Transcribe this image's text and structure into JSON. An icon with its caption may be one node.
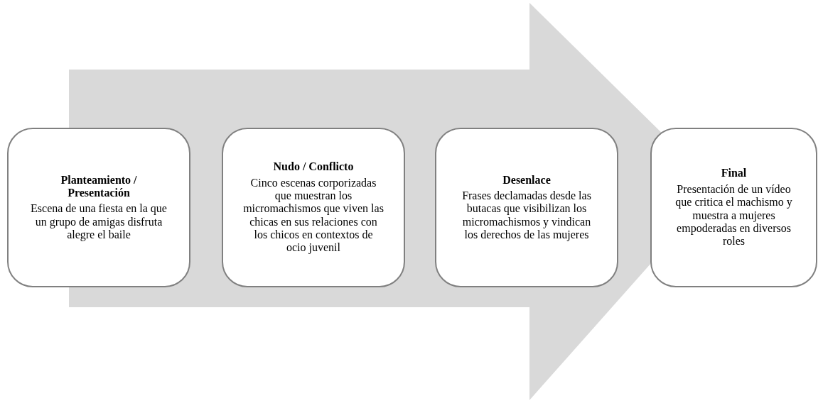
{
  "diagram": {
    "nodes": [
      {
        "text": [
          "Planteamiento / Presentación",
          "Escena de una fiesta en la que un grupo de amigas disfruta alegre el baile"
        ]
      },
      {
        "text": [
          "Nudo / Conflicto",
          "Cinco escenas corporizadas que muestran los micromachismos que viven las chicas en sus relaciones con los chicos en contextos de ocio juvenil"
        ]
      },
      {
        "text": [
          "Desenlace",
          "Frases declamadas desde las butacas que visibilizan los micromachismos y vindican los derechos de las mujeres"
        ]
      },
      {
        "text": [
          "Final",
          "Presentación de un vídeo que critica el machismo y muestra a mujeres empoderadas en diversos roles"
        ]
      }
    ],
    "edges": [
      {
        "from": 0,
        "to": 3,
        "arrow": "to"
      }
    ]
  }
}
